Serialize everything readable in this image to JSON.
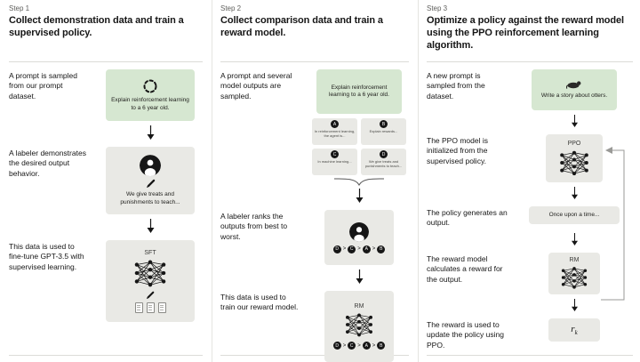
{
  "meta": {
    "rank_separator": ">",
    "colors": {
      "green_box": "#d6e7d1",
      "gray_box": "#e9e9e5",
      "text": "#161616",
      "muted": "#5f5f5c",
      "line": "#dcdcd8"
    }
  },
  "steps": [
    {
      "step_label": "Step 1",
      "title": "Collect demonstration data and train a supervised policy.",
      "captions": [
        "A prompt is sampled from our prompt dataset.",
        "A labeler demonstrates the desired output behavior.",
        "This data is used to fine-tune GPT-3.5 with supervised learning."
      ],
      "prompt_text": "Explain reinforcement learning to a 6 year old.",
      "labeler_output": "We give treats and punishments to teach...",
      "model_label": "SFT"
    },
    {
      "step_label": "Step 2",
      "title": "Collect comparison data and train a reward model.",
      "captions": [
        "A prompt and several model outputs are sampled.",
        "A labeler ranks the outputs from best to worst.",
        "This data is used to train our reward model."
      ],
      "prompt_text": "Explain reinforcement learning to a 6 year old.",
      "outputs": [
        {
          "id": "A",
          "text": "In reinforcement learning, the agent is..."
        },
        {
          "id": "B",
          "text": "Explain rewards..."
        },
        {
          "id": "C",
          "text": "In machine learning..."
        },
        {
          "id": "D",
          "text": "We give treats and punishments to teach..."
        }
      ],
      "ranking": [
        "D",
        "C",
        "A",
        "B"
      ],
      "model_label": "RM"
    },
    {
      "step_label": "Step 3",
      "title": "Optimize a policy against the reward model using the PPO reinforcement learning algorithm.",
      "captions": [
        "A new prompt is sampled from the dataset.",
        "The PPO model is initialized from the supervised policy.",
        "The policy generates an output.",
        "The reward model calculates a reward for the output.",
        "The reward is used to update the policy using PPO."
      ],
      "prompt_text": "Write a story about otters.",
      "ppo_label": "PPO",
      "output_text": "Once upon a time...",
      "rm_label": "RM",
      "reward_label": "r",
      "reward_sub": "k"
    }
  ]
}
